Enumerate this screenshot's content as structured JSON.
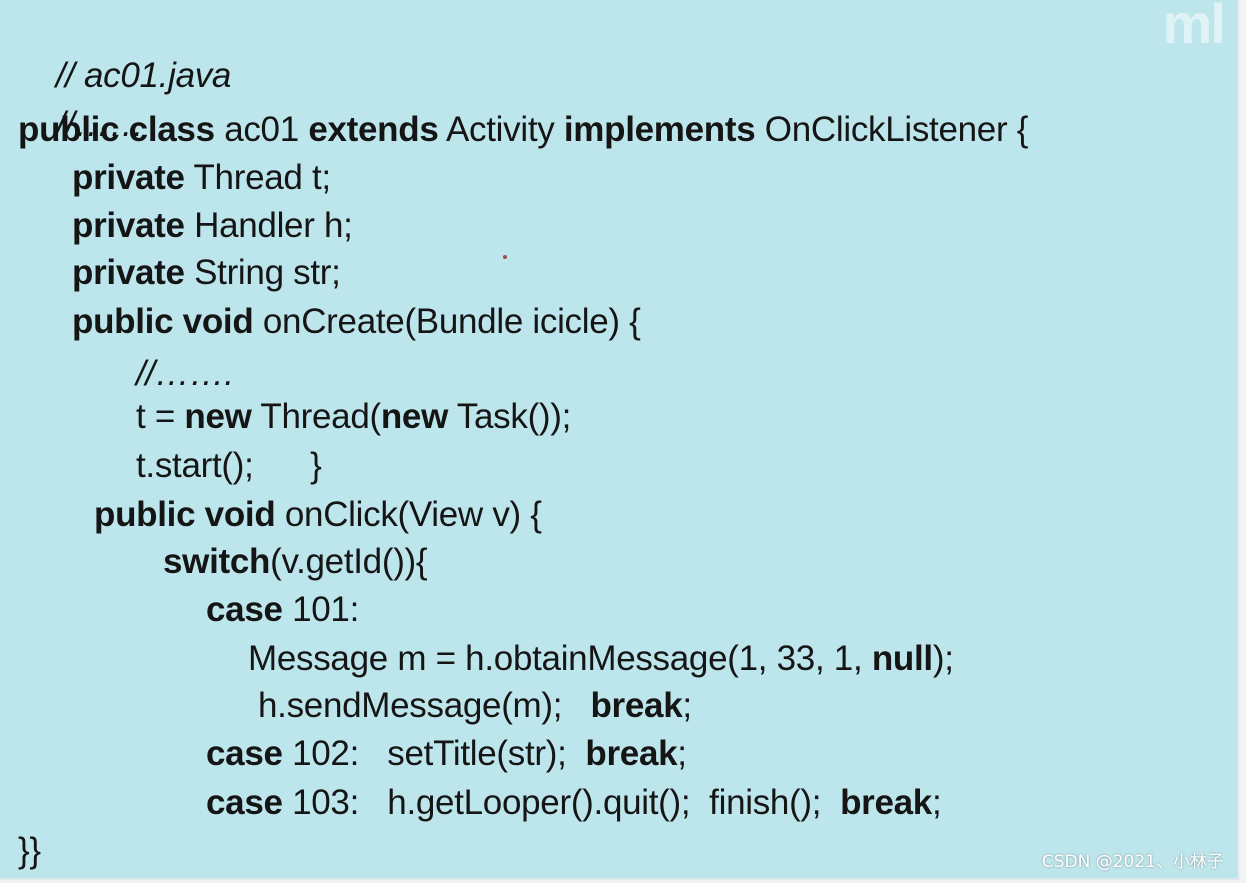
{
  "logo_text": "ml",
  "watermark": "CSDN @2021、小林子",
  "code": {
    "l1": {
      "c": "// ac01.java"
    },
    "l2": {
      "c": "//……"
    },
    "l3": {
      "k1": "public class",
      "t1": " ac01 ",
      "k2": "extends",
      "t2": " Activity ",
      "k3": "implements",
      "t3": " OnClickListener {"
    },
    "l4": {
      "k1": "private",
      "t1": " Thread t;"
    },
    "l5": {
      "k1": "private",
      "t1": " Handler h;"
    },
    "l6": {
      "k1": "private",
      "t1": " String str;"
    },
    "l7": {
      "k1": "public void",
      "t1": " onCreate(Bundle icicle) {"
    },
    "l8": {
      "c": "//……."
    },
    "l9": {
      "t0": "t = ",
      "k1": "new",
      "t1": " Thread(",
      "k2": "new",
      "t2": " Task());"
    },
    "l10": {
      "t1": "t.start();      }"
    },
    "l11": {
      "k1": "public void",
      "t1": " onClick(View v) {"
    },
    "l12": {
      "k1": "switch",
      "t1": "(v.getId()){"
    },
    "l13": {
      "k1": "case",
      "t1": " 101:"
    },
    "l14": {
      "t1": "Message m = h.obtainMessage(1, 33, 1, ",
      "k1": "null",
      "t2": ");"
    },
    "l15": {
      "t1": "h.sendMessage(m);   ",
      "k1": "break",
      "t2": ";"
    },
    "l16": {
      "k1": "case",
      "t1": " 102:   setTitle(str);  ",
      "k2": "break",
      "t2": ";"
    },
    "l17": {
      "k1": "case",
      "t1": " 103:   h.getLooper().quit();  finish();  ",
      "k2": "break",
      "t2": ";"
    },
    "l18": {
      "t1": "}}"
    }
  }
}
